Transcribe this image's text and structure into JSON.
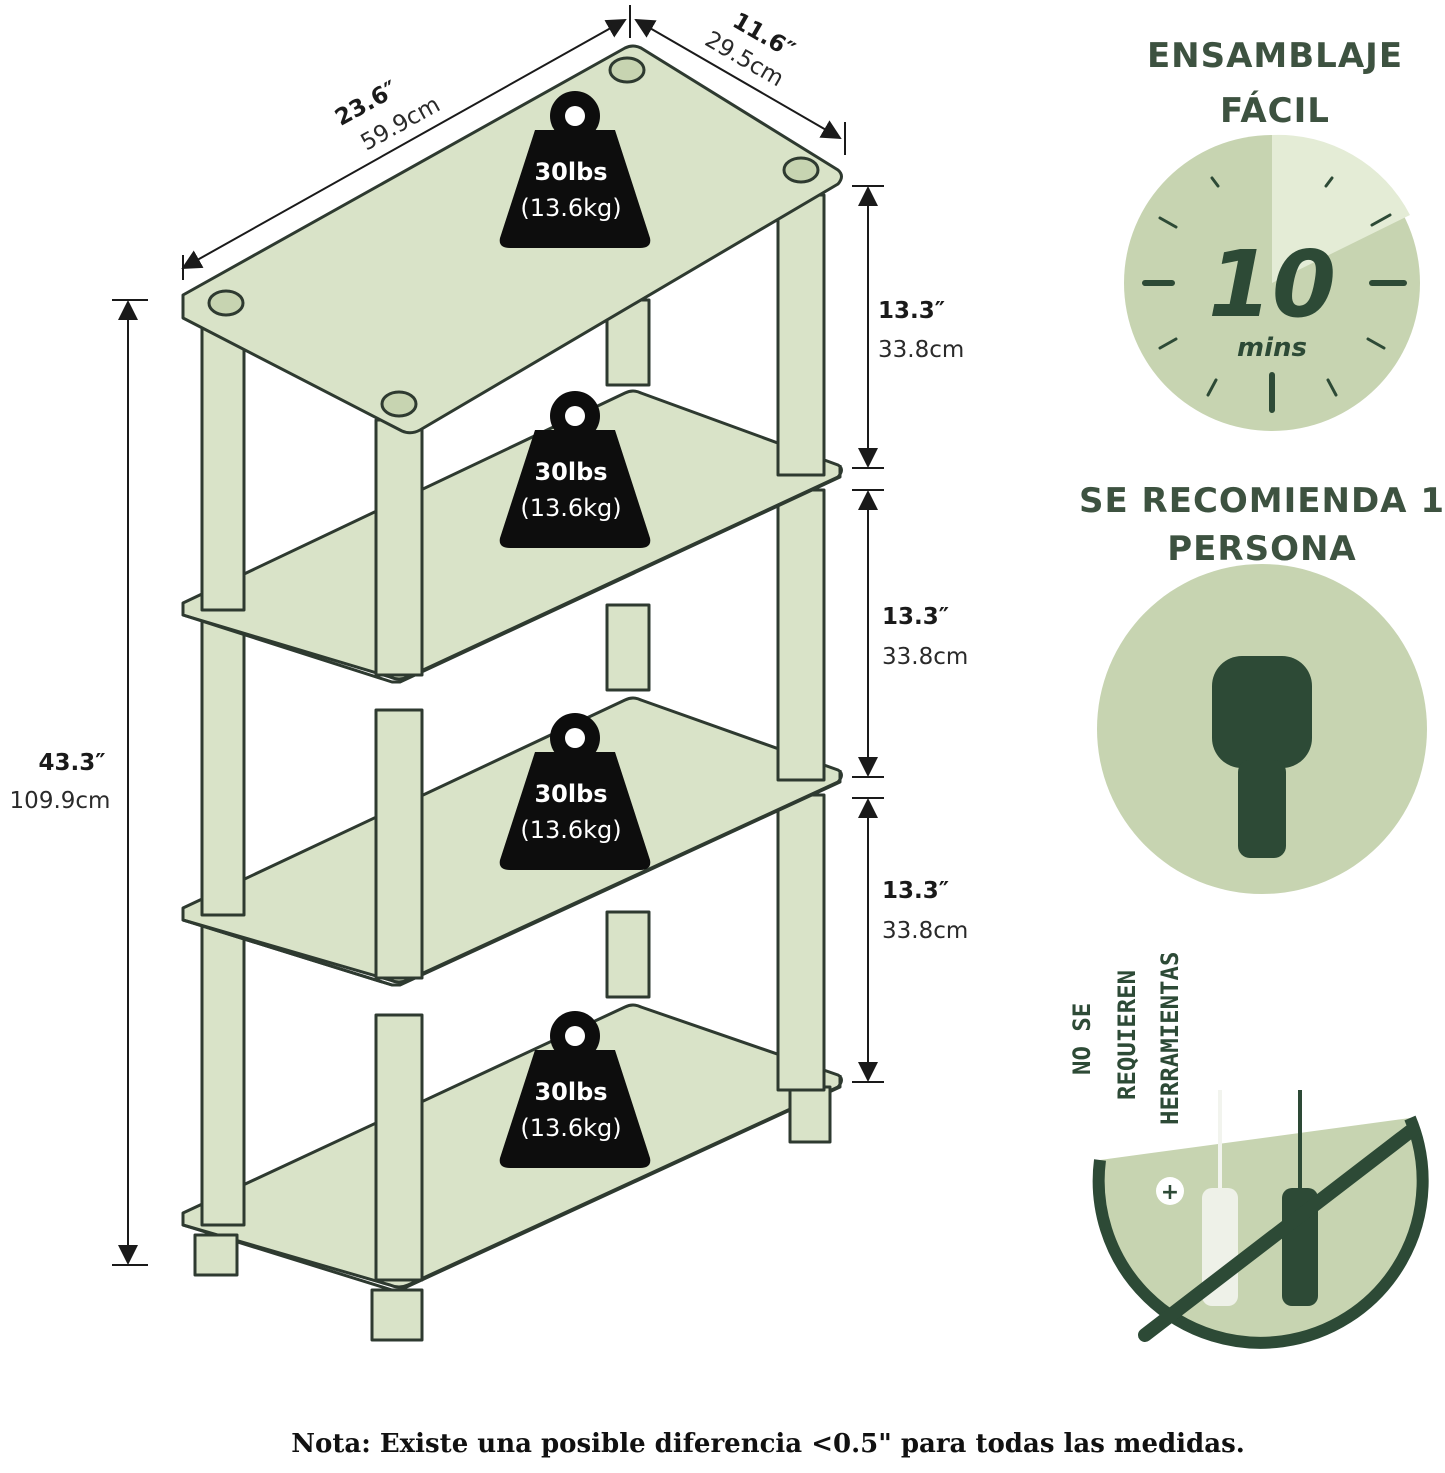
{
  "dimensions": {
    "width": {
      "inches": "23.6″",
      "cm": "59.9cm"
    },
    "depth": {
      "inches": "11.6″",
      "cm": "29.5cm"
    },
    "height": {
      "inches": "43.3″",
      "cm": "109.9cm"
    },
    "shelf_gaps": [
      {
        "inches": "13.3″",
        "cm": "33.8cm"
      },
      {
        "inches": "13.3″",
        "cm": "33.8cm"
      },
      {
        "inches": "13.3″",
        "cm": "33.8cm"
      }
    ]
  },
  "loads": [
    {
      "weight": "30lbs",
      "metric": "(13.6kg)"
    },
    {
      "weight": "30lbs",
      "metric": "(13.6kg)"
    },
    {
      "weight": "30lbs",
      "metric": "(13.6kg)"
    },
    {
      "weight": "30lbs",
      "metric": "(13.6kg)"
    }
  ],
  "features": {
    "assembly": {
      "line1": "ENSAMBLAJE",
      "line2": "FÁCIL",
      "minutes": "10",
      "unit": "mins"
    },
    "people": {
      "line1": "SE RECOMIENDA 1",
      "line2": "PERSONA"
    },
    "tools": {
      "line1": "NO SE",
      "line2": "REQUIEREN",
      "line3": "HERRAMIENTAS",
      "plus": "+"
    }
  },
  "note": "Nota: Existe una posible diferencia <0.5\" para todas las medidas.",
  "colors": {
    "shelf_fill": "#d9e3c8",
    "outline": "#2e3a30",
    "dark_green": "#2d4a36",
    "circle_fill": "#c7d4b1",
    "weight_fill": "#0d0d0d"
  },
  "icons": [
    "weight-icon",
    "clock-icon",
    "person-icon",
    "screwdriver-icon",
    "arrow-icon"
  ]
}
